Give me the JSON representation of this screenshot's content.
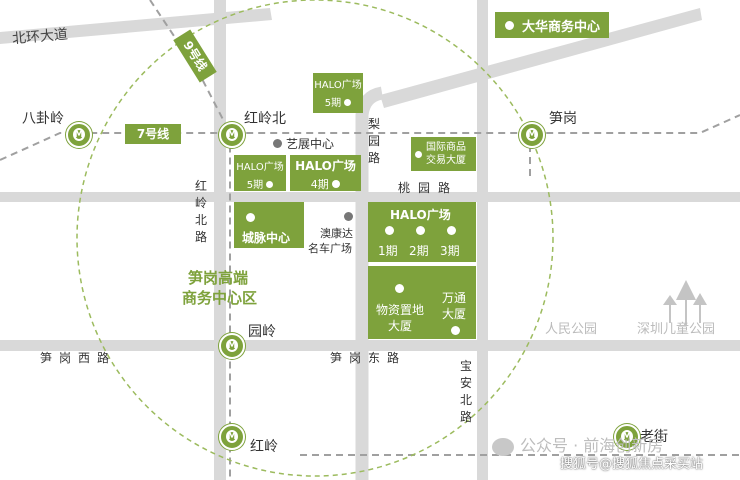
{
  "roads": {
    "beihuan": "北环大道",
    "honglingbei_road": "红岭北路",
    "liyuan": "梨园路",
    "taoyuan": "桃园路",
    "sungangxi": "笋岗西路",
    "sungangdong": "笋岗东路",
    "baoanbei": "宝安北路"
  },
  "metro": {
    "line9": "9号线",
    "line7": "7号线",
    "stations": {
      "baguaring": "八卦岭",
      "honglingbei": "红岭北",
      "sungang": "笋岗",
      "yuanling": "园岭",
      "hongling": "红岭",
      "laojie": "老街"
    }
  },
  "places": {
    "dahua": "大华商务中心",
    "halo5_top_title": "HALO广场",
    "halo5_top_sub": "5期",
    "yizhan": "艺展中心",
    "guoji_line1": "国际商品",
    "guoji_line2": "交易大厦",
    "halo5_title": "HALO广场",
    "halo5_sub": "5期",
    "halo4_title": "HALO广场",
    "halo4_sub": "4期",
    "chengmai": "城脉中心",
    "aokangda_line1": "澳康达",
    "aokangda_line2": "名车广场",
    "halo123_title": "HALO广场",
    "phase1": "1期",
    "phase2": "2期",
    "phase3": "3期",
    "wuzi_line1": "物资置地",
    "wuzi_line2": "大厦",
    "wantong_line1": "万通",
    "wantong_line2": "大厦",
    "district_line1": "笋岗高端",
    "district_line2": "商务中心区",
    "renmin_park": "人民公园",
    "children_park": "深圳儿童公园"
  },
  "watermark": {
    "wechat": "公众号 · 前海创新房",
    "sohu": "搜狐号@搜狐焦点采买站"
  },
  "colors": {
    "accent_green": "#7ea23c",
    "road_gray": "#d4d4d4",
    "dashed_line": "#a0a0a0",
    "circle_dash": "#9cbb5e"
  }
}
